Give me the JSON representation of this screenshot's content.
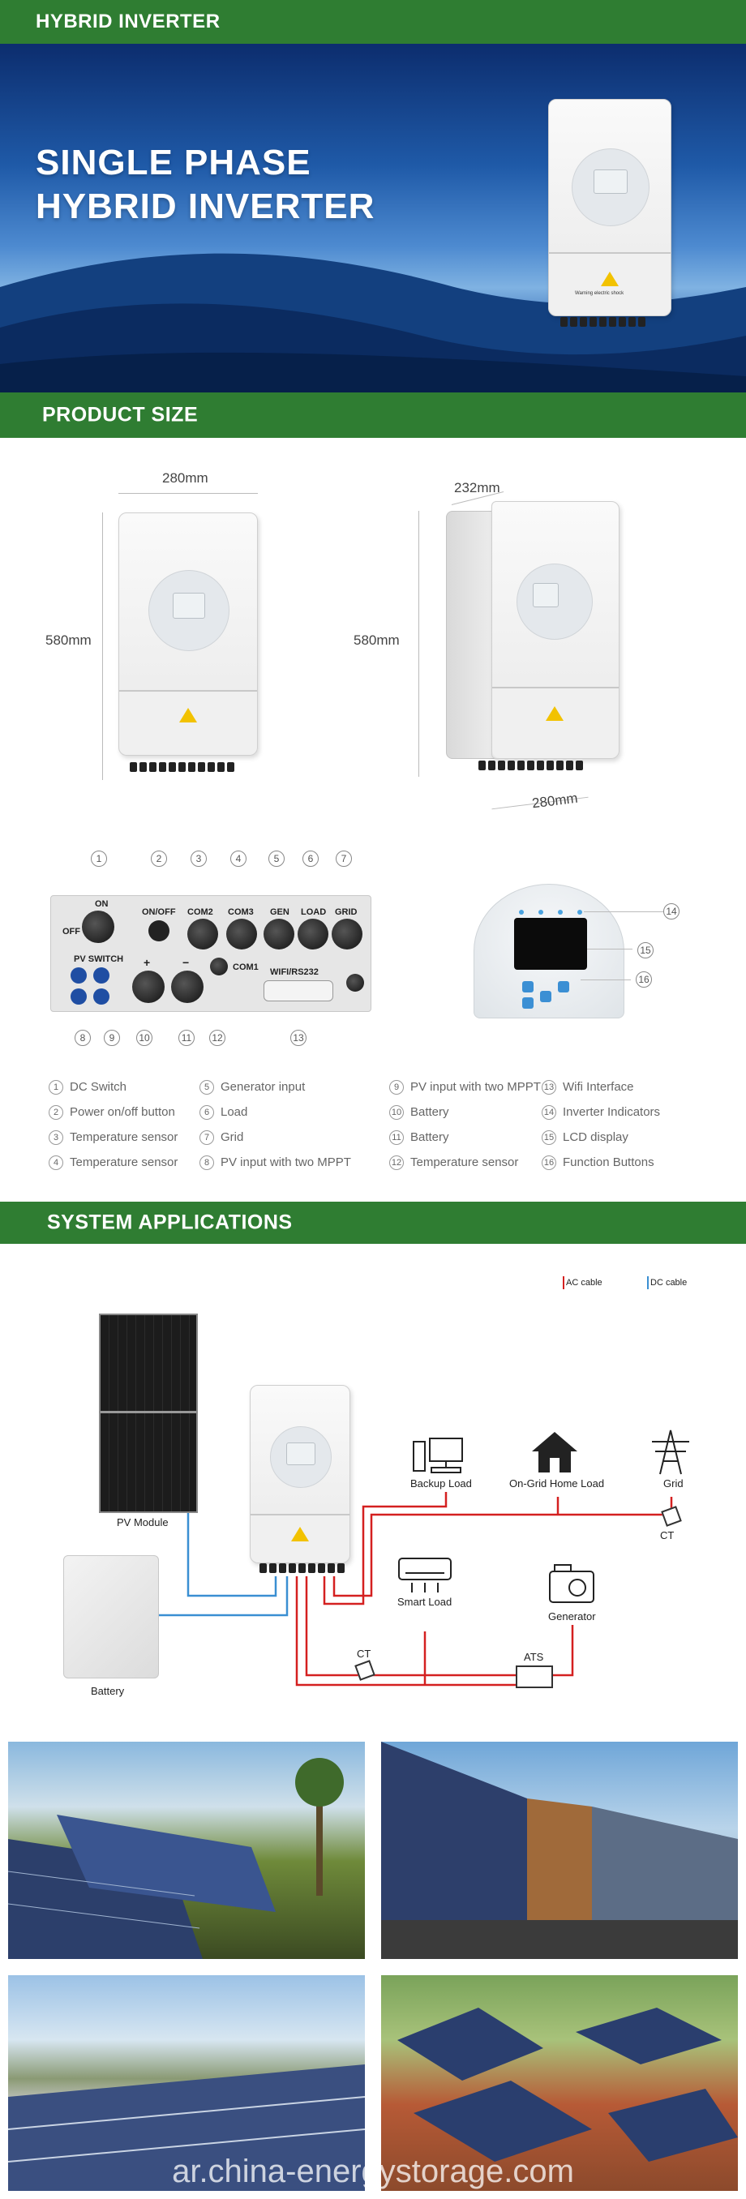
{
  "header": {
    "title": "HYBRID INVERTER"
  },
  "hero": {
    "title_line1": "SINGLE PHASE",
    "title_line2": "HYBRID INVERTER",
    "label_text": "Warning electric shock"
  },
  "product_size": {
    "heading": "PRODUCT SIZE",
    "front_width": "280mm",
    "front_height": "580mm",
    "side_depth": "232mm",
    "side_height": "580mm",
    "side_width": "280mm"
  },
  "panel": {
    "labels": {
      "on": "ON",
      "off": "OFF",
      "onoff": "ON/OFF",
      "com2": "COM2",
      "com3": "COM3",
      "gen": "GEN",
      "load": "LOAD",
      "grid": "GRID",
      "pv_switch": "PV SWITCH",
      "com1": "COM1",
      "wifi": "WIFI/RS232",
      "plus": "+",
      "minus": "−"
    },
    "numbers_top": [
      "1",
      "2",
      "3",
      "4",
      "5",
      "6",
      "7"
    ],
    "numbers_bottom": [
      "8",
      "9",
      "10",
      "11",
      "12",
      "13"
    ],
    "display_numbers": [
      "14",
      "15",
      "16"
    ]
  },
  "legend": [
    {
      "n": "1",
      "label": "DC Switch"
    },
    {
      "n": "2",
      "label": "Power on/off button"
    },
    {
      "n": "3",
      "label": "Temperature sensor"
    },
    {
      "n": "4",
      "label": "Temperature sensor"
    },
    {
      "n": "5",
      "label": "Generator input"
    },
    {
      "n": "6",
      "label": "Load"
    },
    {
      "n": "7",
      "label": "Grid"
    },
    {
      "n": "8",
      "label": "PV input with two MPPT"
    },
    {
      "n": "9",
      "label": "PV input with two MPPT"
    },
    {
      "n": "10",
      "label": "Battery"
    },
    {
      "n": "11",
      "label": "Battery"
    },
    {
      "n": "12",
      "label": "Temperature sensor"
    },
    {
      "n": "13",
      "label": "Wifi Interface"
    },
    {
      "n": "14",
      "label": "Inverter Indicators"
    },
    {
      "n": "15",
      "label": "LCD display"
    },
    {
      "n": "16",
      "label": "Function Buttons"
    }
  ],
  "system": {
    "heading": "SYSTEM APPLICATIONS",
    "ac_cable": "AC cable",
    "dc_cable": "DC cable",
    "ac_color": "#d42020",
    "dc_color": "#3a8fd2",
    "pv_module": "PV Module",
    "battery": "Battery",
    "backup_load": "Backup Load",
    "home_load": "On-Grid Home Load",
    "grid": "Grid",
    "ct_top": "CT",
    "smart_load": "Smart Load",
    "generator": "Generator",
    "ct_bottom": "CT",
    "ats": "ATS"
  },
  "photos": {
    "watermark": "ar.china-energystorage.com"
  },
  "colors": {
    "brand_green": "#2f7d32",
    "warning_yellow": "#f2c200"
  }
}
